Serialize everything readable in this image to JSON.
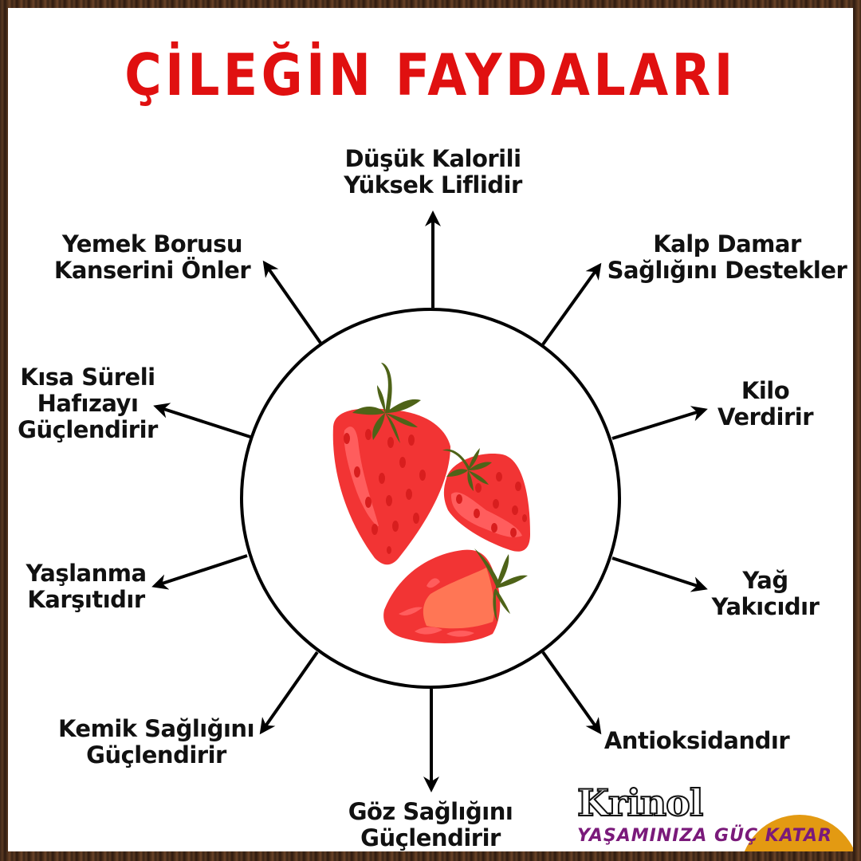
{
  "title": "ÇİLEĞİN FAYDALARI",
  "center": {
    "image": "strawberries-illustration"
  },
  "benefits": [
    {
      "id": "top",
      "line1": "Düşük Kalorili",
      "line2": "Yüksek Liflidir"
    },
    {
      "id": "top-right",
      "line1": "Kalp Damar",
      "line2": "Sağlığını Destekler"
    },
    {
      "id": "right-upper",
      "line1": "Kilo",
      "line2": "Verdirir"
    },
    {
      "id": "right-lower",
      "line1": "Yağ",
      "line2": "Yakıcıdır"
    },
    {
      "id": "bottom-right",
      "line1": "Antioksidandır",
      "line2": ""
    },
    {
      "id": "bottom",
      "line1": "Göz Sağlığını",
      "line2": "Güçlendirir"
    },
    {
      "id": "bottom-left",
      "line1": "Kemik Sağlığını",
      "line2": "Güçlendirir"
    },
    {
      "id": "left-lower",
      "line1": "Yaşlanma",
      "line2": "Karşıtıdır"
    },
    {
      "id": "left-upper",
      "line1": "Kısa Süreli",
      "line2": "Hafızayı",
      "line3": "Güçlendirir"
    },
    {
      "id": "top-left",
      "line1": "Yemek Borusu",
      "line2": "Kanserini Önler"
    }
  ],
  "brand": {
    "logo": "Krinol",
    "slogan": "YAŞAMINIZA GÜÇ KATAR"
  },
  "colors": {
    "title": "#e01010",
    "strawberry": "#f03535",
    "leaf": "#4e6318",
    "slogan": "#7a1a7a",
    "slogan_bg": "#e39a12"
  }
}
